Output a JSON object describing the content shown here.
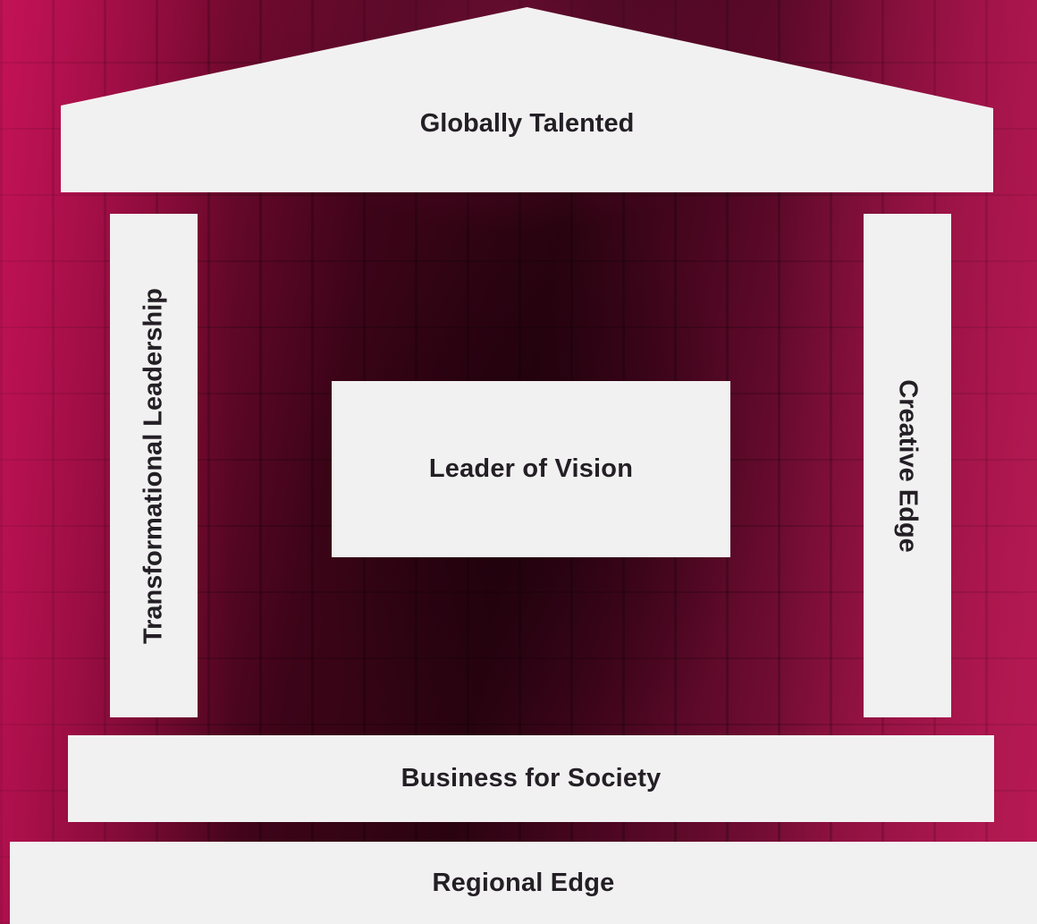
{
  "roof": {
    "label": "Globally Talented"
  },
  "pillars": {
    "left": "Transformational Leadership",
    "right": "Creative Edge"
  },
  "center": {
    "label": "Leader of Vision"
  },
  "base": {
    "label": "Business for Society"
  },
  "foundation": {
    "label": "Regional Edge"
  },
  "colors": {
    "block_fill": "#f2f1f1",
    "text": "#231f25",
    "background_accent": "#a8134b",
    "background_dark": "#2a0310"
  }
}
